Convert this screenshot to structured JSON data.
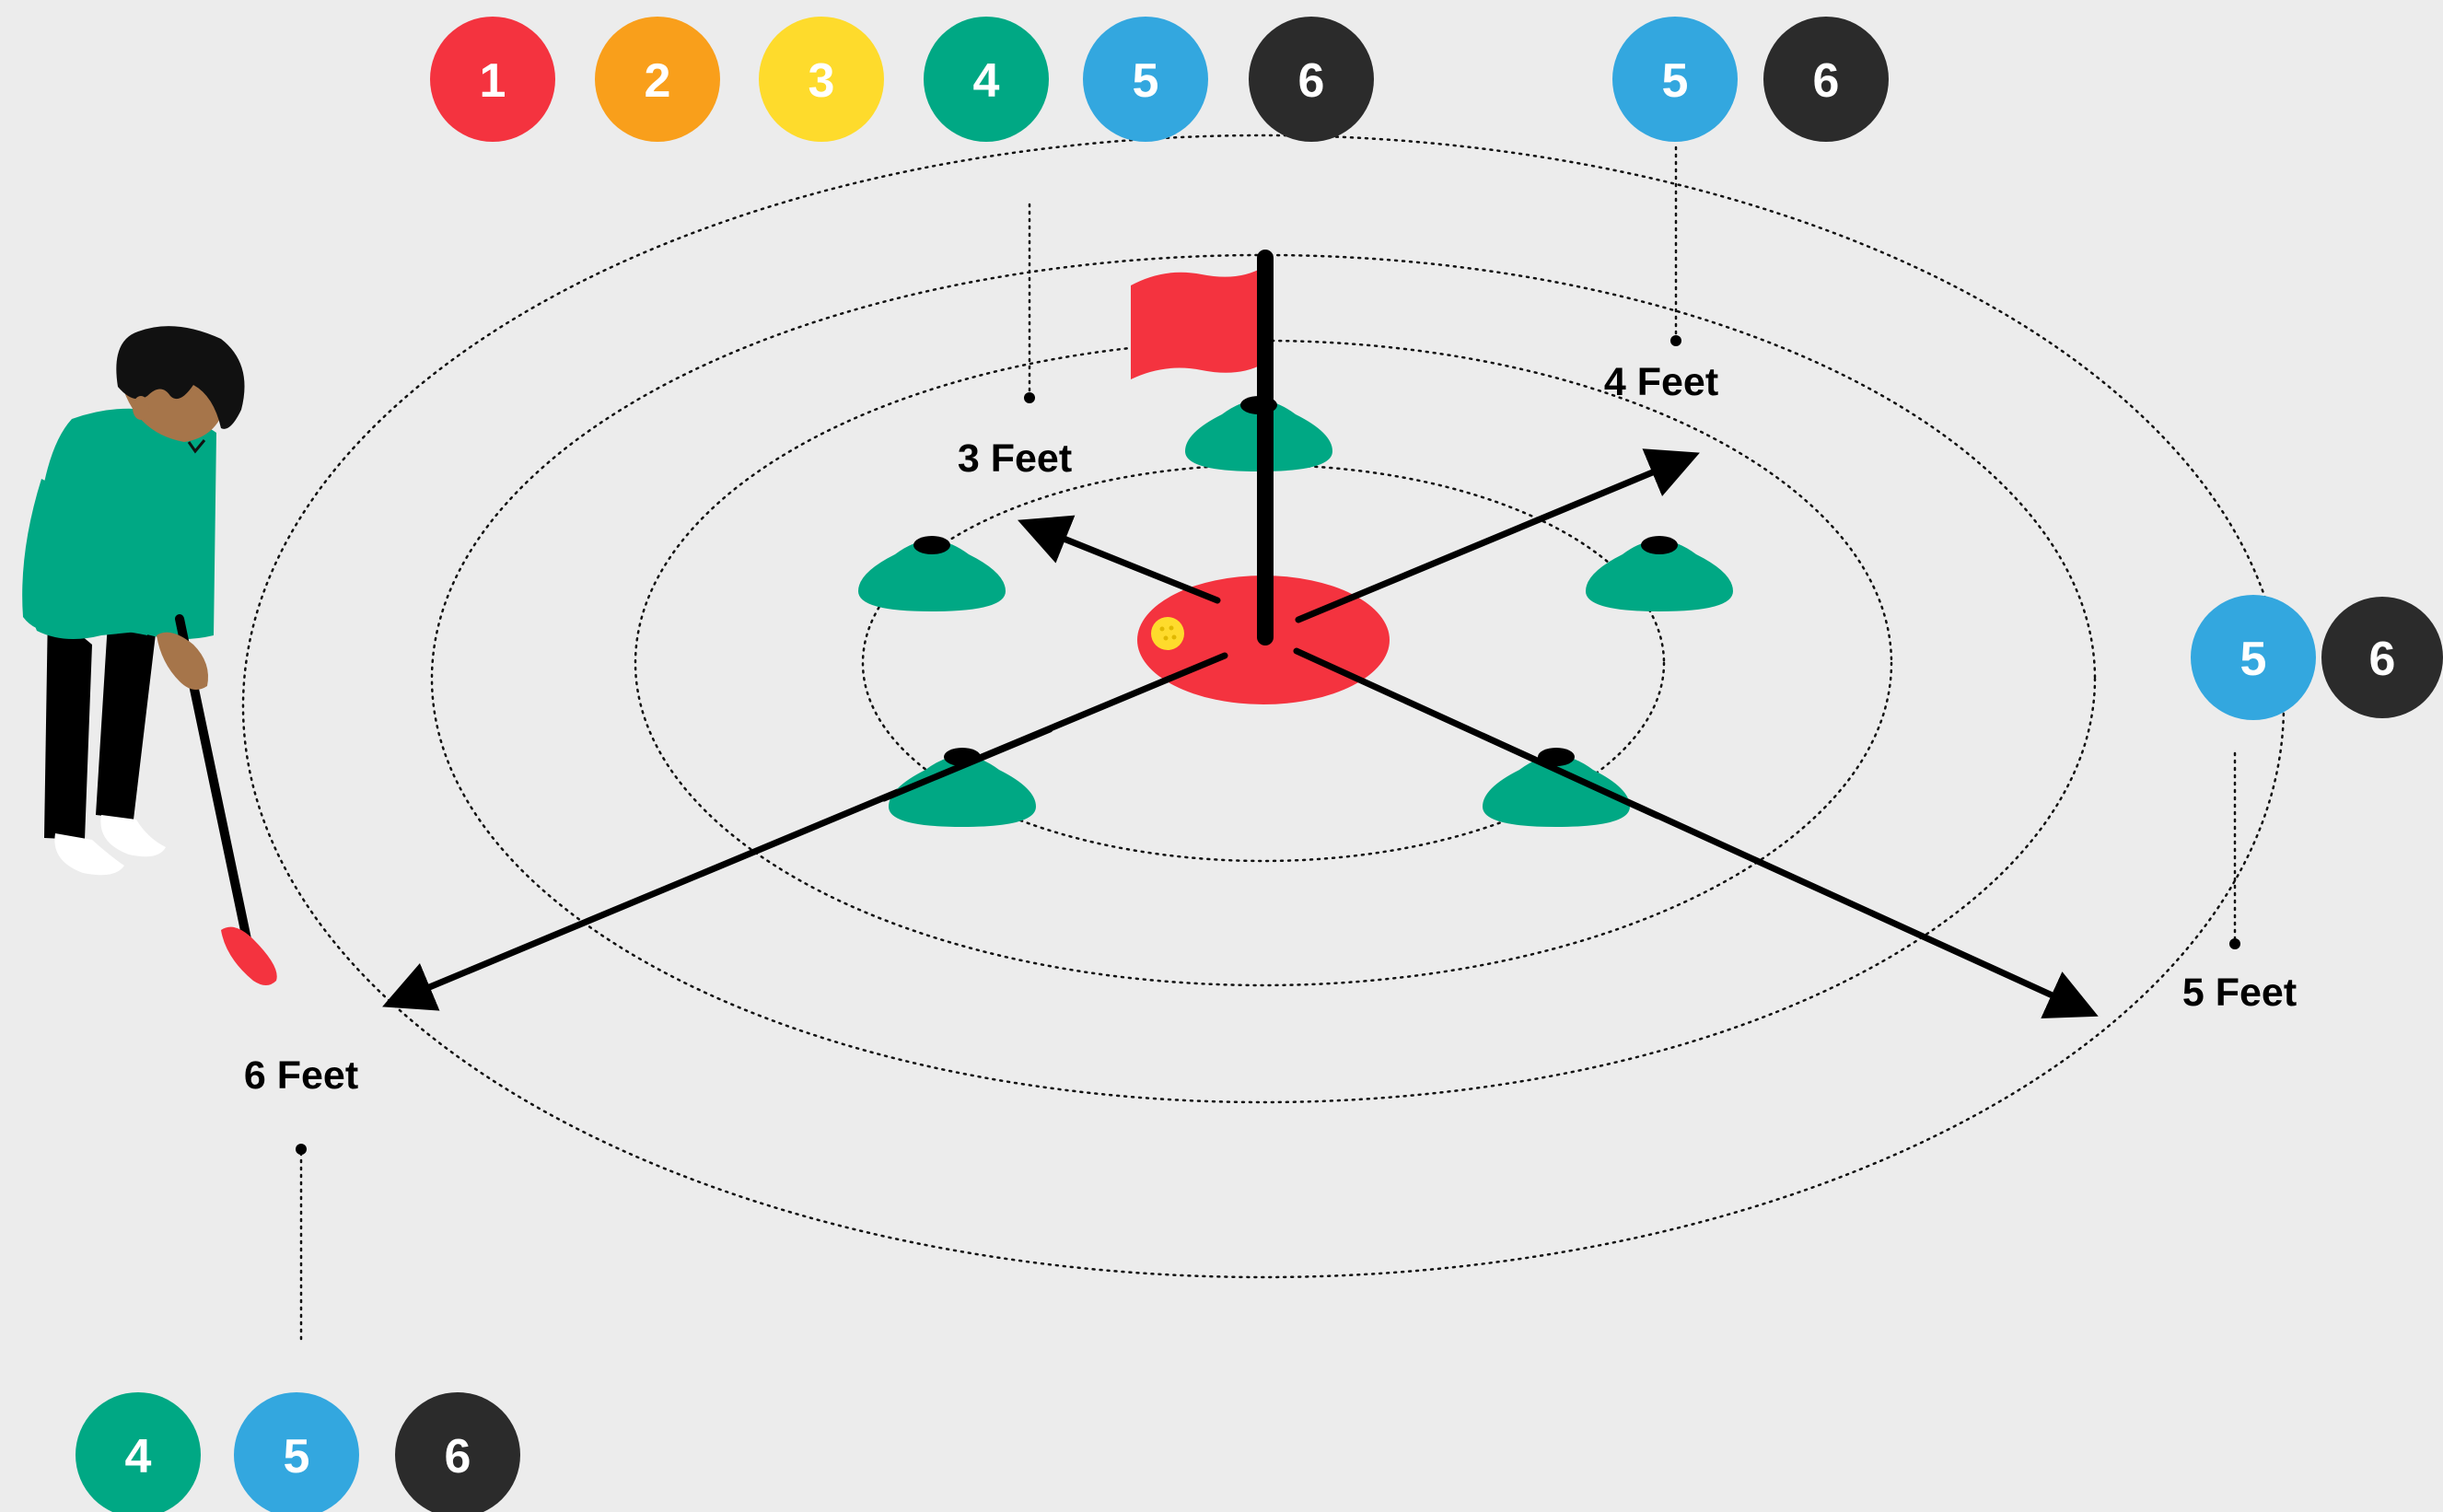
{
  "colors": {
    "background": "#ececec",
    "level_1": "#f4333f",
    "level_2": "#f99f1b",
    "level_3": "#fedb2c",
    "level_4": "#00a884",
    "level_5": "#33a7df",
    "level_6": "#2b2b2b",
    "cone": "#00a884",
    "target": "#f4333f",
    "flag": "#f4333f",
    "ball": "#fedb2c"
  },
  "legend_top": [
    "1",
    "2",
    "3",
    "4",
    "5",
    "6"
  ],
  "distances": [
    {
      "label": "3 Feet",
      "levels": []
    },
    {
      "label": "4 Feet",
      "levels": [
        "5",
        "6"
      ]
    },
    {
      "label": "5 Feet",
      "levels": [
        "5",
        "6"
      ]
    },
    {
      "label": "6 Feet",
      "levels": [
        "4",
        "5",
        "6"
      ]
    }
  ],
  "icons": {
    "golfer": "golfer-figure",
    "flag": "flag-pin-icon",
    "cone": "cone-marker-icon",
    "ball": "golf-ball-icon"
  }
}
